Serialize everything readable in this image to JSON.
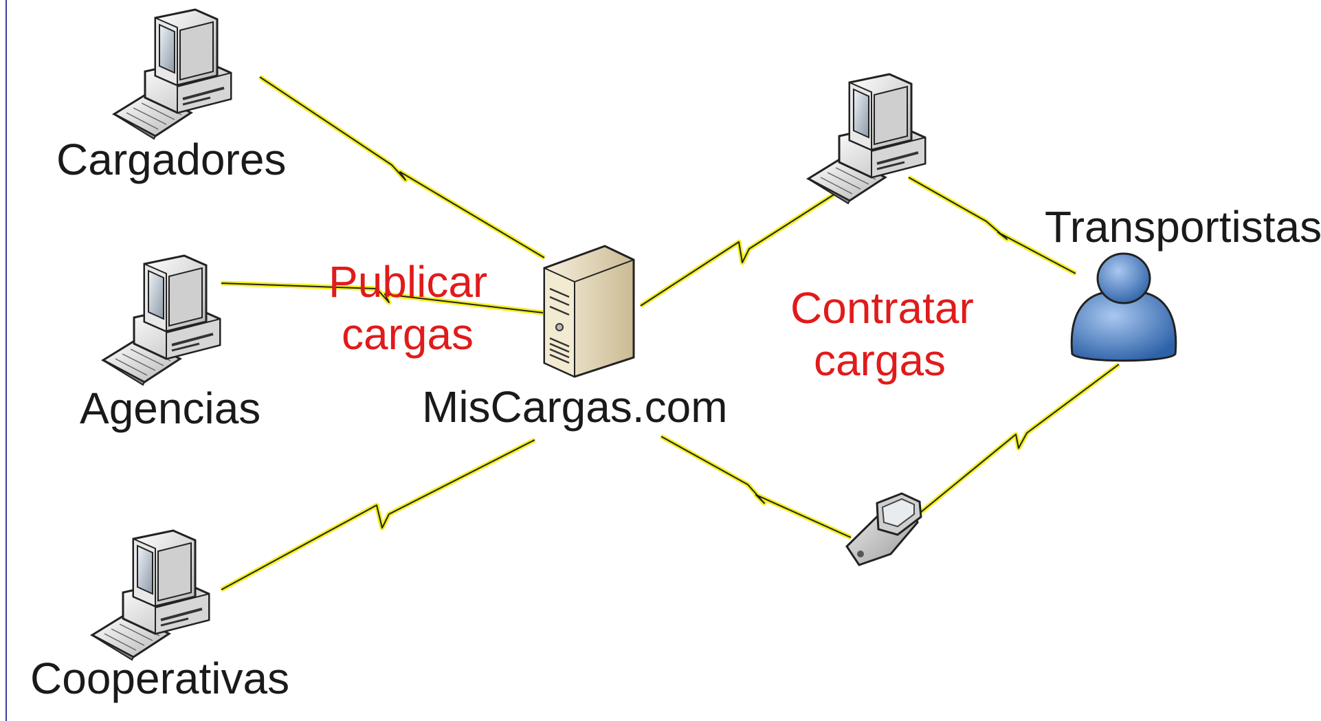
{
  "nodes": {
    "cargadores": {
      "label": "Cargadores",
      "icon": "desktop-computer-icon"
    },
    "agencias": {
      "label": "Agencias",
      "icon": "desktop-computer-icon"
    },
    "cooperativas": {
      "label": "Cooperativas",
      "icon": "desktop-computer-icon"
    },
    "server": {
      "label": "MisCargas.com",
      "icon": "server-tower-icon"
    },
    "transport_pc": {
      "icon": "desktop-computer-icon"
    },
    "phone": {
      "icon": "mobile-phone-icon"
    },
    "transportistas": {
      "label": "Transportistas",
      "icon": "user-person-icon"
    }
  },
  "actions": {
    "publicar": {
      "line1": "Publicar",
      "line2": "cargas"
    },
    "contratar": {
      "line1": "Contratar",
      "line2": "cargas"
    }
  },
  "colors": {
    "action_text": "#e01b1b",
    "label_text": "#1a1a1a",
    "link_bolt": "#f2ef1e",
    "link_line": "#222222",
    "person_fill": "#5b8fd0",
    "server_fill": "#e8dcc0"
  }
}
